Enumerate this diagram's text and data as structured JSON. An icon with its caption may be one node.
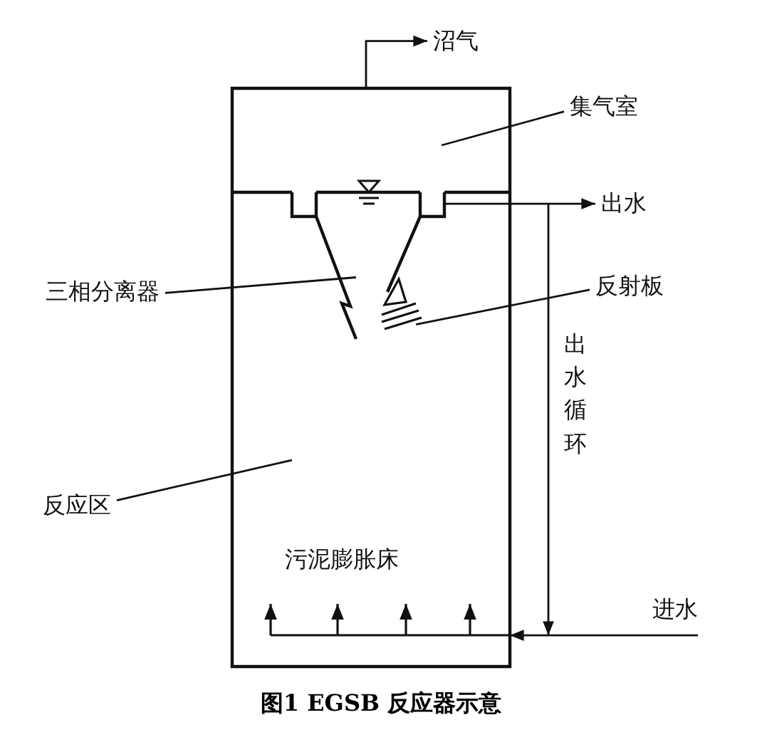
{
  "diagram": {
    "caption": "图1 EGSB 反应器示意",
    "nodes": [
      {
        "text": [],
        "shape": "box"
      },
      {
        "text": [
          "沼气"
        ]
      },
      {
        "text": [
          "集气室"
        ]
      },
      {
        "text": [
          "出水"
        ]
      },
      {
        "text": [
          "三相分离器"
        ]
      },
      {
        "text": [],
        "shape": "funnel",
        "in": 0
      },
      {
        "text": [
          "反射板"
        ]
      },
      {
        "text": [],
        "shape": "plate",
        "in": 5
      },
      {
        "text": [
          "进水"
        ]
      },
      {
        "text": [
          "反应区"
        ]
      }
    ],
    "edges": [
      {
        "from": 0,
        "to": 1,
        "arrow": "to"
      },
      {
        "from": 2,
        "to": 0,
        "arrow": "none"
      },
      {
        "from": 5,
        "to": 3,
        "arrow": "to"
      },
      {
        "from": 4,
        "to": 5,
        "arrow": "none"
      },
      {
        "from": 6,
        "to": 7,
        "arrow": "none"
      },
      {
        "from": 8,
        "to": 0,
        "arrow": "to"
      },
      {
        "from": 9,
        "to": 0,
        "arrow": "none"
      }
    ],
    "labels": [
      "出水循环",
      "污泥膨胀床"
    ]
  }
}
